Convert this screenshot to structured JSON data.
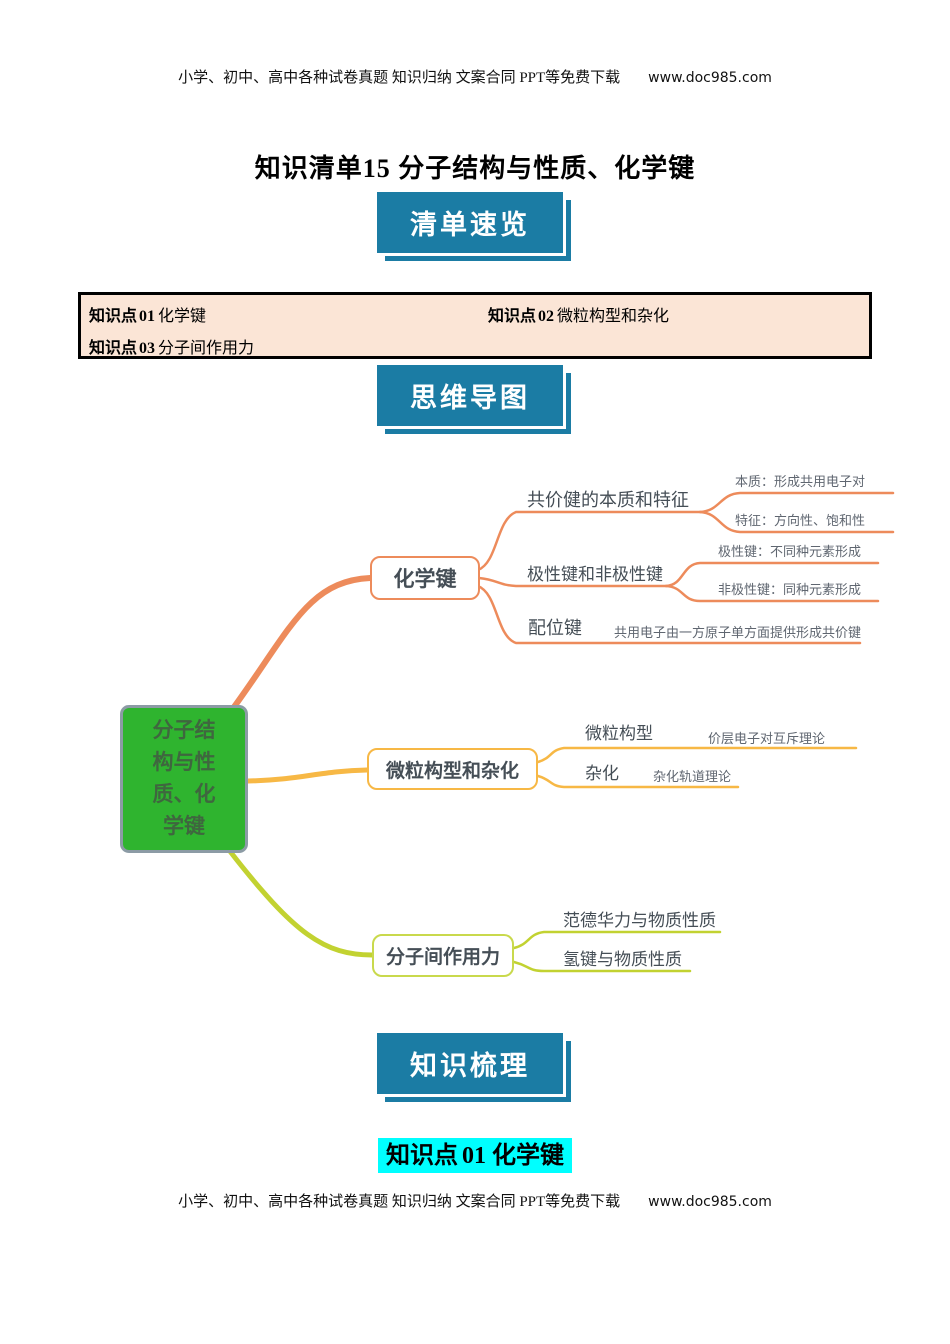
{
  "page": {
    "header_text": "小学、初中、高中各种试卷真题  知识归纳  文案合同  PPT等免费下载",
    "header_url": "www.doc985.com",
    "footer_text": "小学、初中、高中各种试卷真题  知识归纳  文案合同  PPT等免费下载",
    "footer_url": "www.doc985.com",
    "title": "知识清单15  分子结构与性质、化学键"
  },
  "banners": {
    "overview": "清单速览",
    "mindmap": "思维导图",
    "knowledge": "知识梳理"
  },
  "knowledge_points": [
    {
      "prefix": "知识点",
      "num": "01",
      "label": "化学键"
    },
    {
      "prefix": "知识点",
      "num": "02",
      "label": "微粒构型和杂化"
    },
    {
      "prefix": "知识点",
      "num": "03",
      "label": "分子间作用力"
    }
  ],
  "mindmap": {
    "root_label": "分子结构与性质、化学键",
    "branches": [
      {
        "label": "化学键",
        "color": "#ED8B5B",
        "children": [
          {
            "label": "共价健的本质和特征",
            "children": [
              {
                "label": "本质：形成共用电子对"
              },
              {
                "label": "特征：方向性、饱和性"
              }
            ]
          },
          {
            "label": "极性键和非极性键",
            "children": [
              {
                "label": "极性键：不同种元素形成"
              },
              {
                "label": "非极性键：同种元素形成"
              }
            ]
          },
          {
            "label": "配位键",
            "note": "共用电子由一方原子单方面提供形成共价键"
          }
        ]
      },
      {
        "label": "微粒构型和杂化",
        "color": "#F7B845",
        "children": [
          {
            "label": "微粒构型",
            "note": "价层电子对互斥理论"
          },
          {
            "label": "杂化",
            "note": "杂化轨道理论"
          }
        ]
      },
      {
        "label": "分子间作用力",
        "color": "#C2D231",
        "children": [
          {
            "label": "范德华力与物质性质"
          },
          {
            "label": "氢键与物质性质"
          }
        ]
      }
    ]
  },
  "section_heading": {
    "prefix": "知识点",
    "num": "01",
    "label": "化学键"
  },
  "colors": {
    "banner_teal": "#1B7CA4",
    "kp_box_bg": "#FBE5D6",
    "highlight_cyan": "#00FFFF",
    "root_green": "#2FB42F",
    "branch_orange": "#ED8B5B",
    "branch_yellow": "#F7B845",
    "branch_lime": "#C2D231"
  }
}
